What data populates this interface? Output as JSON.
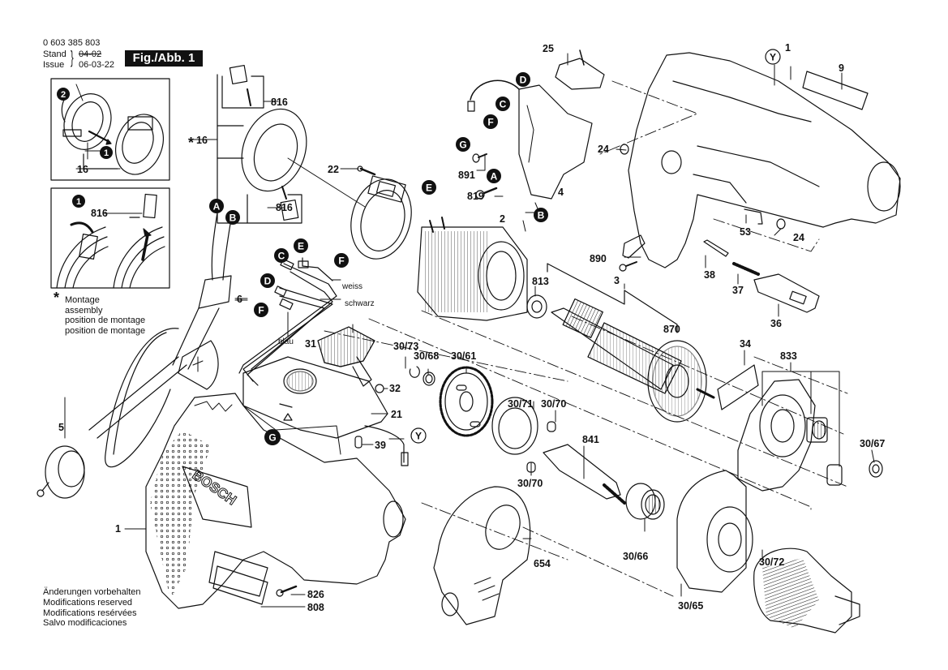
{
  "header": {
    "part_number": "0 603 385 803",
    "stand_label": "Stand",
    "issue_label": "Issue",
    "stand_date_struck": "04-02",
    "issue_date": "06-03-22",
    "figure_label": "Fig./Abb. 1"
  },
  "assembly_note": {
    "star": "*",
    "lines": [
      "Montage",
      "assembly",
      "position de montage",
      "position de montage"
    ]
  },
  "footer": {
    "lines": [
      "Änderungen vorbehalten",
      "Modifications reserved",
      "Modifications resérvées",
      "Salvo modificaciones"
    ]
  },
  "insets": {
    "top": {
      "step_numbers": [
        "2",
        "1"
      ],
      "part_label": "16"
    },
    "bottom": {
      "step_number": "1",
      "part_label": "816"
    }
  },
  "wire_colors": {
    "white": "weiss",
    "black": "schwarz",
    "blue": "blau"
  },
  "connector_letters": [
    "A",
    "B",
    "C",
    "D",
    "E",
    "F",
    "G",
    "Y"
  ],
  "brand_text": "BOSCH",
  "part_labels": {
    "p1_housing": "1",
    "p1_handle": "1",
    "p2": "2",
    "p3": "3",
    "p4": "4",
    "p5": "5",
    "p6": "6",
    "p9": "9",
    "p16": "16",
    "p16_star": "*",
    "p21": "21",
    "p22": "22",
    "p24a": "24",
    "p24b": "24",
    "p25": "25",
    "p31": "31",
    "p32": "32",
    "p34": "34",
    "p36": "36",
    "p37": "37",
    "p38": "38",
    "p39": "39",
    "p53": "53",
    "p654": "654",
    "p808": "808",
    "p813": "813",
    "p816a": "816",
    "p816b": "816",
    "p819": "819",
    "p826": "826",
    "p833": "833",
    "p841": "841",
    "p870": "870",
    "p890": "890",
    "p891": "891",
    "p30_61": "30/61",
    "p30_65": "30/65",
    "p30_66": "30/66",
    "p30_67": "30/67",
    "p30_68": "30/68",
    "p30_70a": "30/70",
    "p30_70b": "30/70",
    "p30_71": "30/71",
    "p30_72": "30/72",
    "p30_73": "30/73"
  }
}
